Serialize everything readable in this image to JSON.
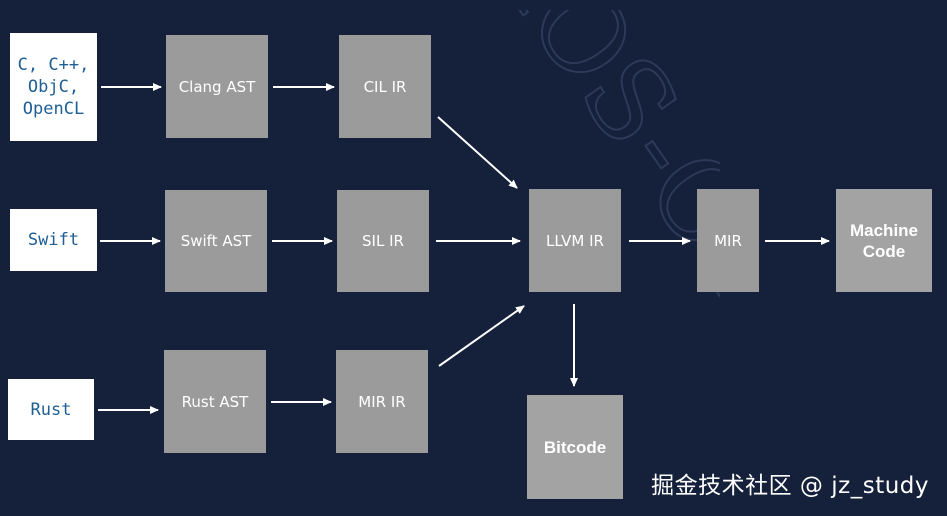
{
  "diagram": {
    "nodes": {
      "lang_c": "C, C++,\nObjC,\nOpenCL",
      "lang_swift": "Swift",
      "lang_rust": "Rust",
      "clang_ast": "Clang AST",
      "swift_ast": "Swift AST",
      "rust_ast": "Rust AST",
      "cil_ir": "CIL IR",
      "sil_ir": "SIL IR",
      "mir_ir": "MIR IR",
      "llvm_ir": "LLVM IR",
      "mir": "MIR",
      "machine_code": "Machine\nCode",
      "bitcode": "Bitcode"
    },
    "edges": [
      [
        "lang_c",
        "clang_ast"
      ],
      [
        "clang_ast",
        "cil_ir"
      ],
      [
        "cil_ir",
        "llvm_ir"
      ],
      [
        "lang_swift",
        "swift_ast"
      ],
      [
        "swift_ast",
        "sil_ir"
      ],
      [
        "sil_ir",
        "llvm_ir"
      ],
      [
        "lang_rust",
        "rust_ast"
      ],
      [
        "rust_ast",
        "mir_ir"
      ],
      [
        "mir_ir",
        "llvm_ir"
      ],
      [
        "llvm_ir",
        "mir"
      ],
      [
        "mir",
        "machine_code"
      ],
      [
        "llvm_ir",
        "bitcode"
      ]
    ],
    "colors": {
      "background": "#15203a",
      "box": "#9b9b9b",
      "lang_box": "#ffffff",
      "lang_text": "#1f5f96",
      "arrow": "#ffffff"
    }
  },
  "watermark": {
    "text": "掘金技术社区 @ jz_study",
    "background_mark": "iOS-Cat"
  }
}
